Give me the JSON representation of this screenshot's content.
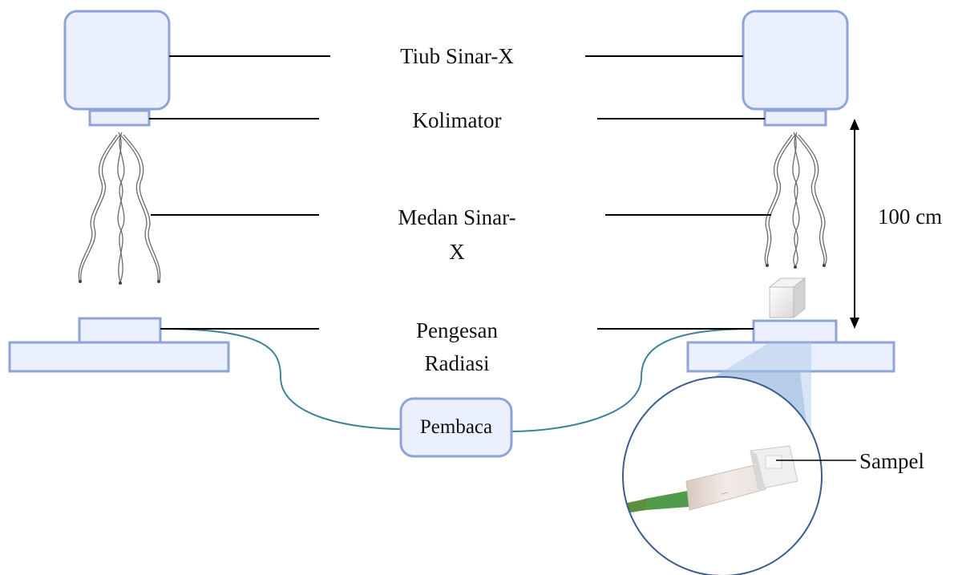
{
  "labels": {
    "xray_tube": "Tiub Sinar-X",
    "collimator": "Kolimator",
    "xray_field_line1": "Medan Sinar-",
    "xray_field_line2": "X",
    "detector_line1": "Pengesan",
    "detector_line2": "Radiasi",
    "reader": "Pembaca",
    "distance": "100 cm",
    "sample": "Sampel"
  },
  "colors": {
    "box_fill": "#eaf0fd",
    "box_stroke": "#8ea4d8",
    "cable": "#3d8396",
    "beam": "#6a6a6a",
    "leader_line": "#000000",
    "inset_circle": "#3b5d8f",
    "projection": "#a9c5e6"
  }
}
